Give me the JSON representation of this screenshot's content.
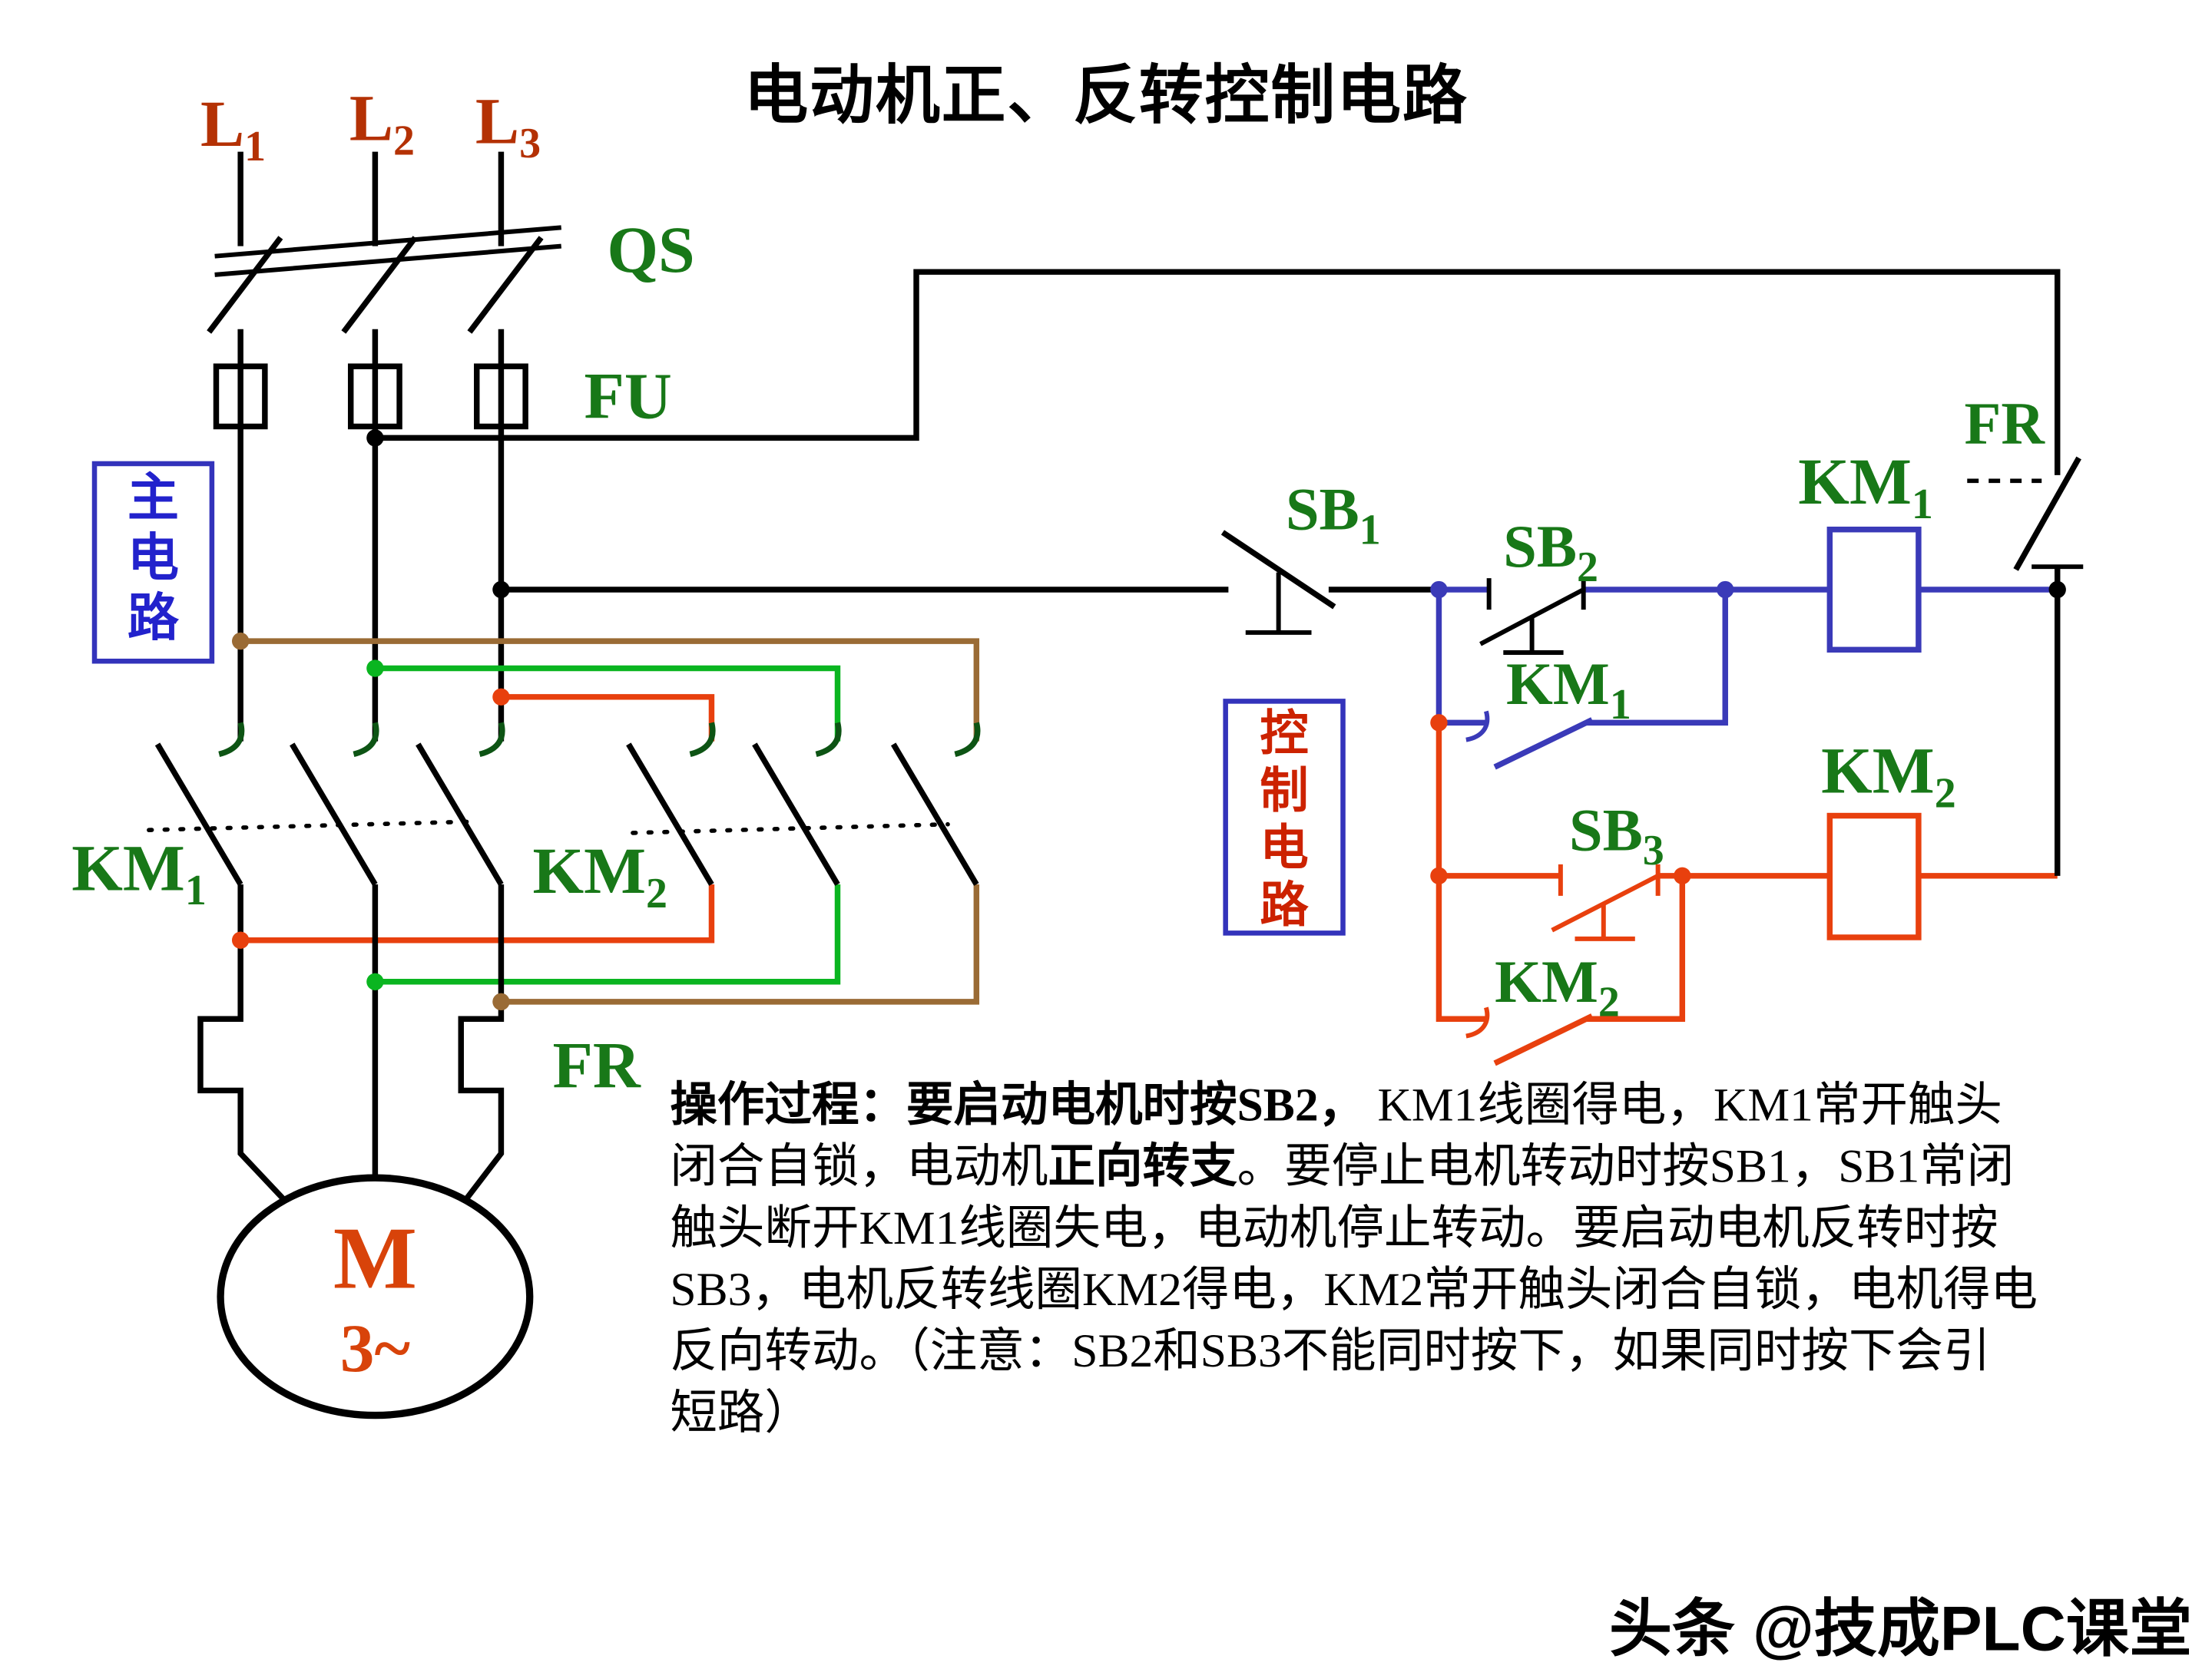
{
  "title": "电动机正、反转控制电路",
  "watermark": "头条 @技成PLC课堂",
  "colors": {
    "wire_black": "#000000",
    "wire_blue": "#3a3ab8",
    "wire_red": "#e8400e",
    "wire_green": "#0ab520",
    "wire_brown": "#9a6b35",
    "label_green": "#187818",
    "phase_label_red": "#b43104",
    "box_border_blue": "#3333bb",
    "main_box_text_blue": "#2222cc",
    "control_box_text_red": "#cc2200",
    "motor_text_red": "#d8430a"
  },
  "main_circuit": {
    "phase_labels": [
      {
        "base": "L",
        "sub": "1"
      },
      {
        "base": "L",
        "sub": "2"
      },
      {
        "base": "L",
        "sub": "3"
      }
    ],
    "qs_label": "QS",
    "fu_label": "FU",
    "km1_label": {
      "base": "KM",
      "sub": "1"
    },
    "km2_label": {
      "base": "KM",
      "sub": "2"
    },
    "fr_label": "FR",
    "box_chars": [
      "主",
      "电",
      "路"
    ],
    "motor_letter": "M",
    "motor_phase": "3~"
  },
  "control_circuit": {
    "sb1_label": {
      "base": "SB",
      "sub": "1"
    },
    "sb2_label": {
      "base": "SB",
      "sub": "2"
    },
    "sb3_label": {
      "base": "SB",
      "sub": "3"
    },
    "km1_aux_label": {
      "base": "KM",
      "sub": "1"
    },
    "km2_aux_label": {
      "base": "KM",
      "sub": "2"
    },
    "km1_coil_label": {
      "base": "KM",
      "sub": "1"
    },
    "km2_coil_label": {
      "base": "KM",
      "sub": "2"
    },
    "fr_label": "FR",
    "box_chars": [
      "控",
      "制",
      "电",
      "路"
    ]
  },
  "description": {
    "line1_bold": "操作过程：要启动电机时按SB2，",
    "line1_rest": " KM1线圈得电，KM1常开触头",
    "line2_pre": "闭合自锁，电动机",
    "line2_em": "正向转支",
    "line2_post": "。要停止电机转动时按SB1，SB1常闭",
    "line3": "触头断开KM1线圈失电，电动机停止转动。要启动电机反转时按",
    "line4": "SB3，电机反转线圈KM2得电，KM2常开触头闭合自锁，电机得电",
    "line5": "反向转动。（注意：SB2和SB3不能同时按下，如果同时按下会引",
    "line6": "短路）"
  }
}
